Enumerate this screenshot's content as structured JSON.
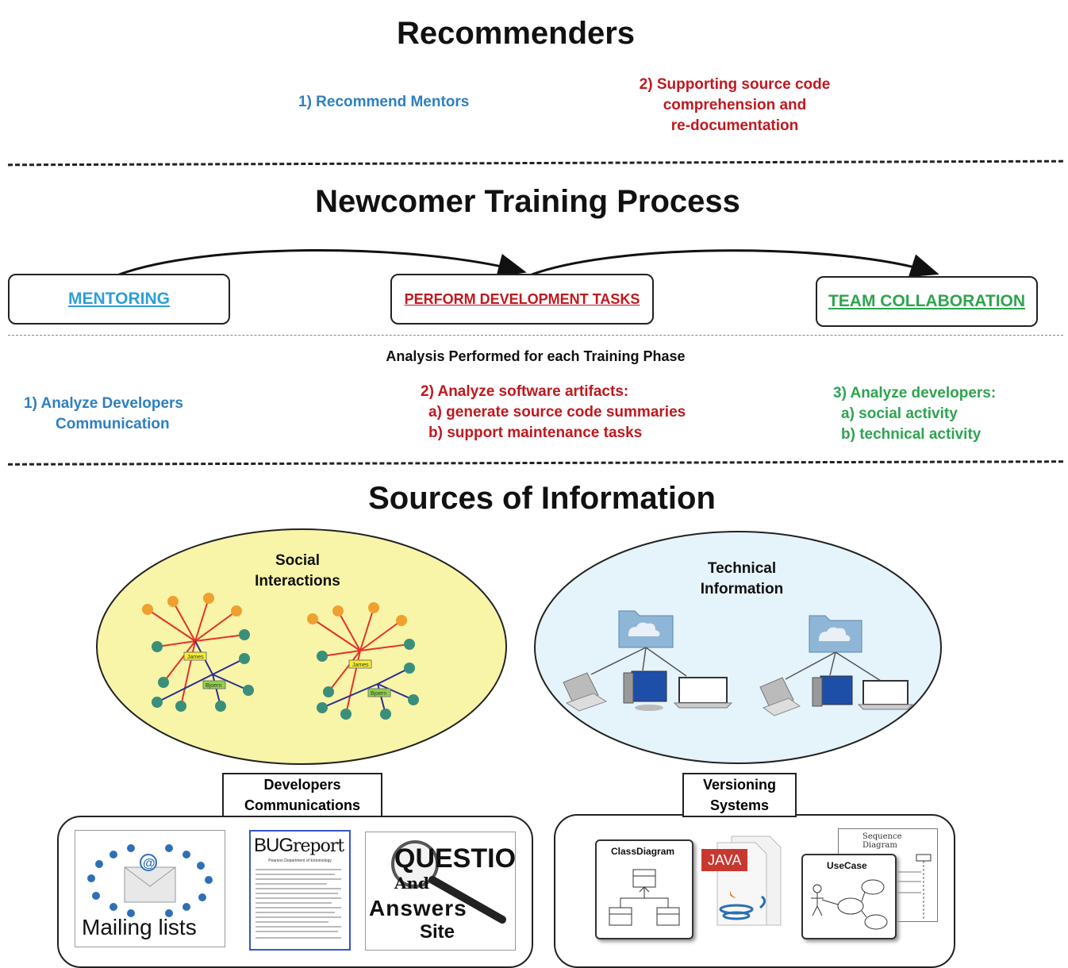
{
  "recommenders": {
    "title": "Recommenders",
    "item1": "1) Recommend Mentors",
    "item2_line1": "2) Supporting source code",
    "item2_line2": "comprehension and",
    "item2_line3": "re-documentation"
  },
  "training": {
    "title": "Newcomer  Training Process",
    "phases": [
      {
        "label": "MENTORING",
        "color": "#2d9fd8"
      },
      {
        "label": "PERFORM DEVELOPMENT TASKS",
        "color": "#c0181e"
      },
      {
        "label": "TEAM COLLABORATION",
        "color": "#2ea44f"
      }
    ]
  },
  "analysis": {
    "heading": "Analysis Performed for each Training Phase",
    "a1_line1": "1)   Analyze Developers",
    "a1_line2": "Communication",
    "a2_line1": "2) Analyze software artifacts:",
    "a2_line2": "a) generate source code summaries",
    "a2_line3": "b) support maintenance tasks",
    "a3_line1": "3) Analyze developers:",
    "a3_line2": "a) social activity",
    "a3_line3": "b) technical activity"
  },
  "sources": {
    "title": "Sources of Information",
    "social_line1": "Social",
    "social_line2": "Interactions",
    "technical_line1": "Technical",
    "technical_line2": "Information",
    "devcomm_line1": "Developers",
    "devcomm_line2": "Communications",
    "versioning_line1": "Versioning",
    "versioning_line2": "Systems",
    "network_names": [
      "James",
      "Bjoern"
    ],
    "mailing": "Mailing lists",
    "bug_word1": "BUG",
    "bug_word2": "report",
    "bug_sub": "Pearson Department of Entomology",
    "qa_line1": "QUESTIONS",
    "qa_line2": "And",
    "qa_line3": "Answers",
    "qa_line4": "Site",
    "class_diagram": "ClassDiagram",
    "java": "JAVA",
    "usecase": "UseCase",
    "sequence": "Sequence Diagram"
  },
  "colors": {
    "blue": "#2d7fc1",
    "red": "#c0181e",
    "green": "#2ea44f",
    "social_fill": "#f8f4a8",
    "technical_fill": "#e5f3fb"
  }
}
